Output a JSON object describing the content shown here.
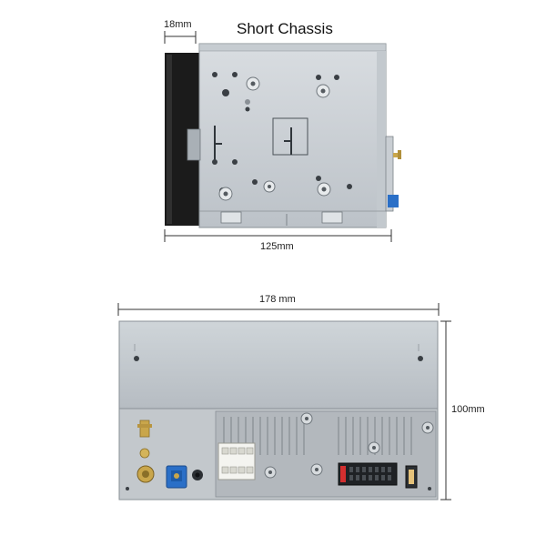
{
  "title": "Short Chassis",
  "dimensions": {
    "faceplate_depth": "18mm",
    "chassis_depth": "125mm",
    "width": "178 mm",
    "height": "100mm"
  }
}
